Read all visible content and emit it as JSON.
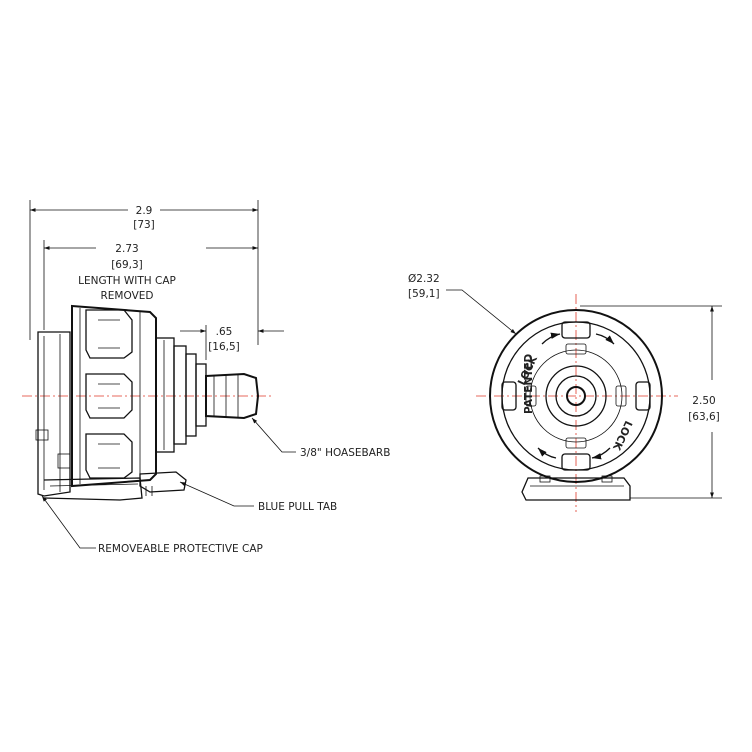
{
  "side_view": {
    "overall_length": {
      "value": "2.9",
      "metric": "[73]"
    },
    "length_without_cap": {
      "value": "2.73",
      "metric": "[69,3]",
      "note_line1": "LENGTH WITH CAP",
      "note_line2": "REMOVED"
    },
    "barb_length": {
      "value": ".65",
      "metric": "[16,5]"
    },
    "callouts": {
      "hose_barb": "3/8\" HOASEBARB",
      "pull_tab": "BLUE PULL TAB",
      "cap": "REMOVEABLE PROTECTIVE CAP"
    }
  },
  "end_view": {
    "diameter": {
      "value": "Ø2.32",
      "metric": "[59,1]"
    },
    "height": {
      "value": "2.50",
      "metric": "[63,6]"
    },
    "markings": {
      "lock_left": "LOCK",
      "lock_right": "LOCK",
      "patented": "PATENTED"
    }
  },
  "colors": {
    "centerline": "#e03a2a",
    "line": "#111111"
  }
}
